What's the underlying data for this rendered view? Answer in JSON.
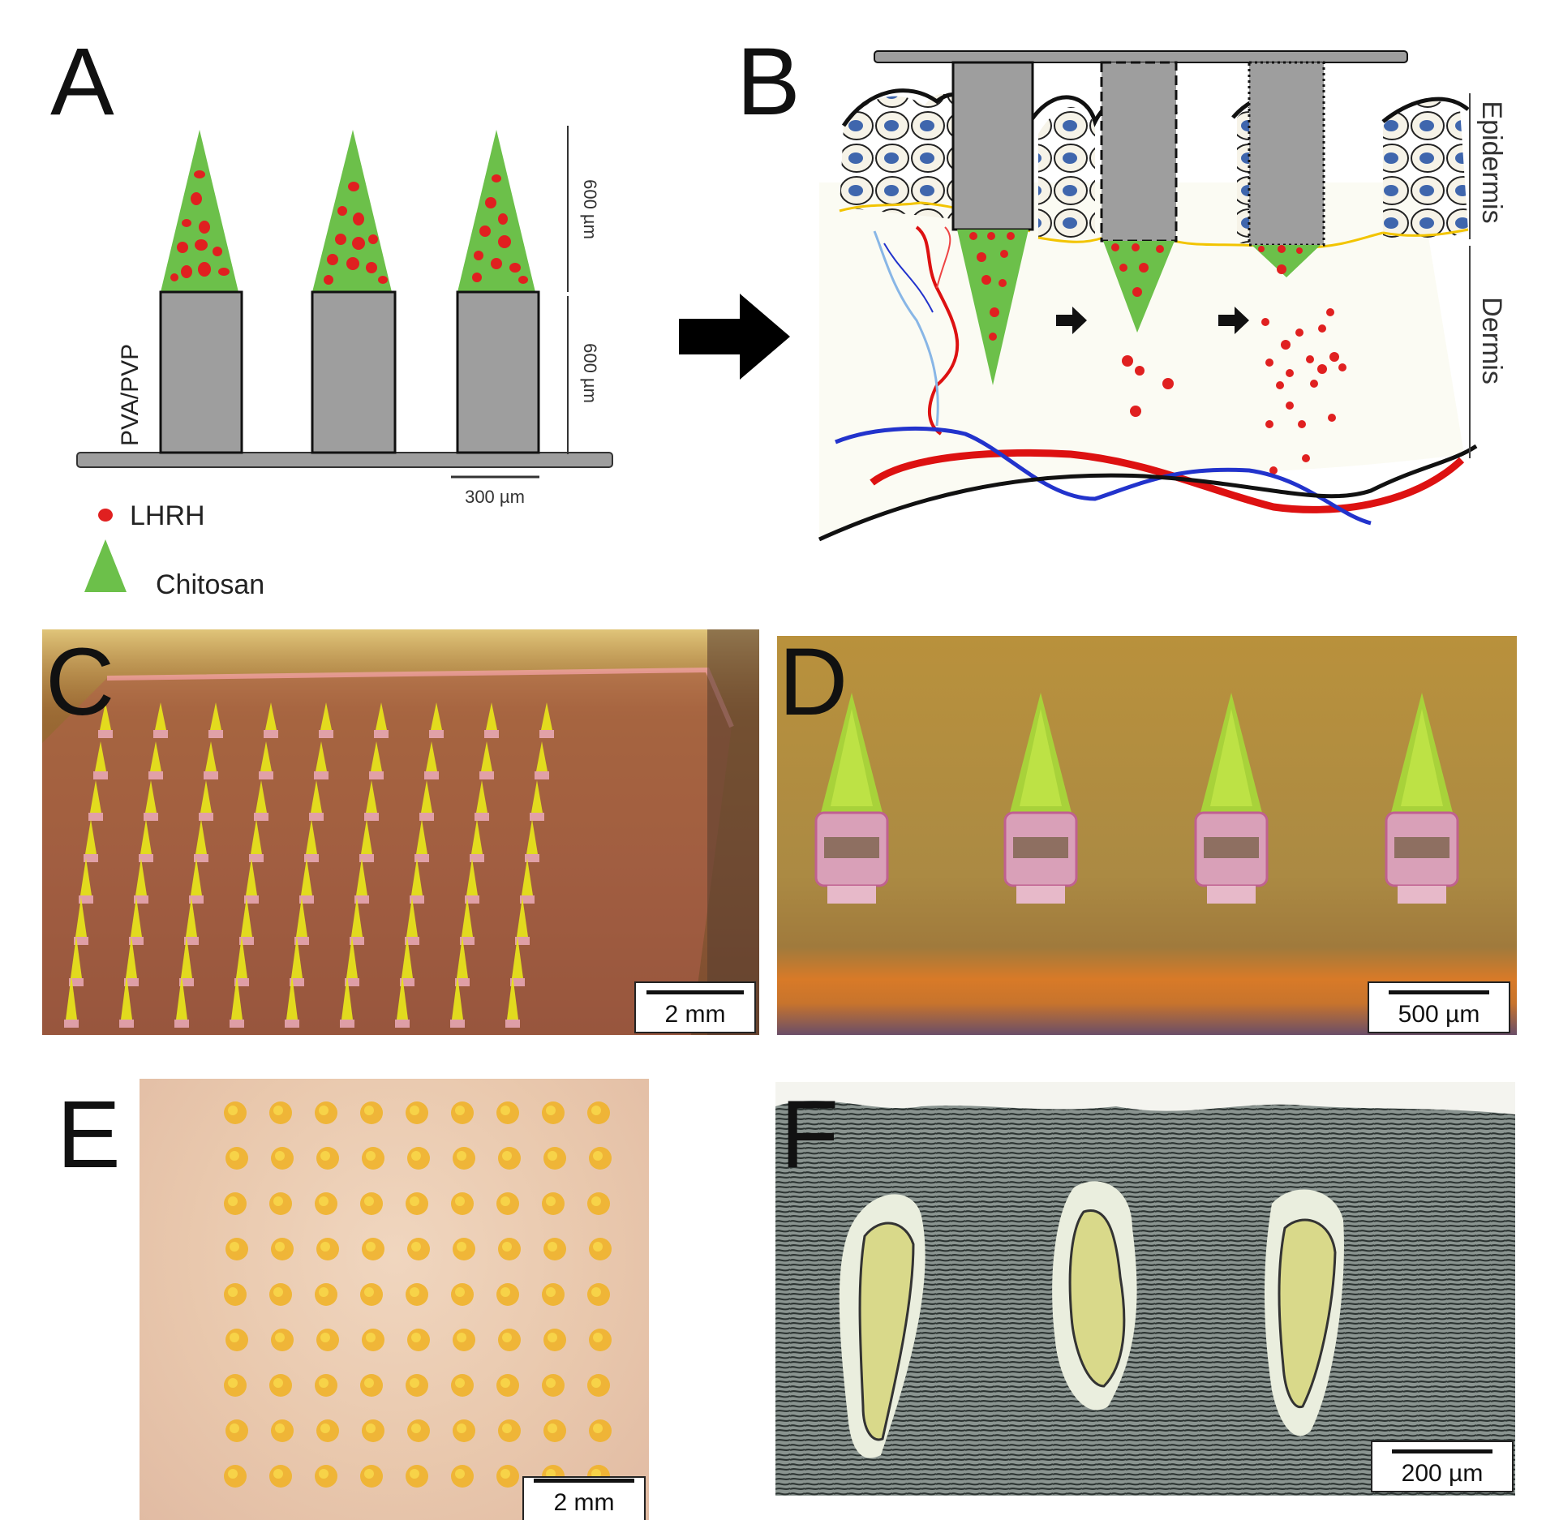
{
  "panels": {
    "a": {
      "letter": "A",
      "substrate_label": "PVA/PVP",
      "tip_dimension": "600 µm",
      "base_dimension": "600 µm",
      "pitch_scale": "300 µm",
      "legend": [
        {
          "label": "LHRH",
          "color": "#e02020"
        },
        {
          "label": "Chitosan",
          "color": "#6cc04a"
        }
      ]
    },
    "b": {
      "letter": "B",
      "layer_top": "Epidermis",
      "layer_bottom": "Dermis"
    },
    "c": {
      "letter": "C",
      "scale_label": "2 mm"
    },
    "d": {
      "letter": "D",
      "scale_label": "500 µm"
    },
    "e": {
      "letter": "E",
      "scale_label": "2 mm"
    },
    "f": {
      "letter": "F",
      "scale_label": "200 µm"
    }
  },
  "colors": {
    "chitosan_green": "#6cc04a",
    "lhrh_red": "#e02020",
    "base_gray": "#9e9e9e",
    "vessel_red": "#dd1111",
    "vessel_blue": "#2233cc"
  }
}
